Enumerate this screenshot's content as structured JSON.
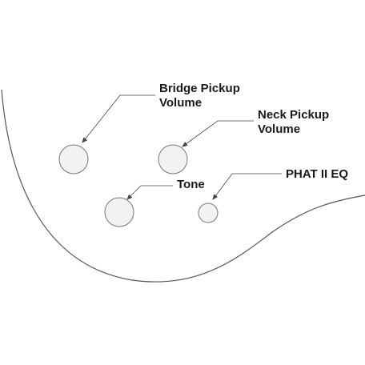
{
  "labels": {
    "bridge_pickup_volume": {
      "line1": "Bridge Pickup",
      "line2": "Volume"
    },
    "neck_pickup_volume": {
      "line1": "Neck Pickup",
      "line2": "Volume"
    },
    "tone": "Tone",
    "phat_eq": "PHAT II EQ"
  },
  "colors": {
    "outline": "#555555",
    "knob_fill": "#f2f2f2",
    "knob_stroke": "#777777",
    "leader": "#444444",
    "text": "#1a1a1a"
  }
}
